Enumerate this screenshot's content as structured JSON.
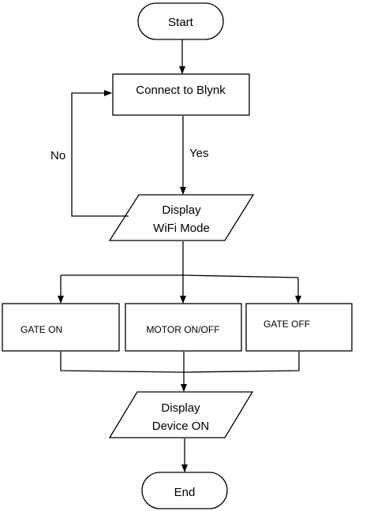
{
  "diagram": {
    "type": "flowchart",
    "nodes": {
      "start": "Start",
      "connect": "Connect to Blynk",
      "display_wifi_line1": "Display",
      "display_wifi_line2": "WiFi Mode",
      "gate_on": "GATE ON",
      "motor": "MOTOR ON/OFF",
      "gate_off": "GATE OFF",
      "display_device_line1": "Display",
      "display_device_line2": "Device ON",
      "end": "End"
    },
    "edges": {
      "yes": "Yes",
      "no": "No"
    },
    "stroke_color": "#000000",
    "fill_color": "#ffffff"
  }
}
